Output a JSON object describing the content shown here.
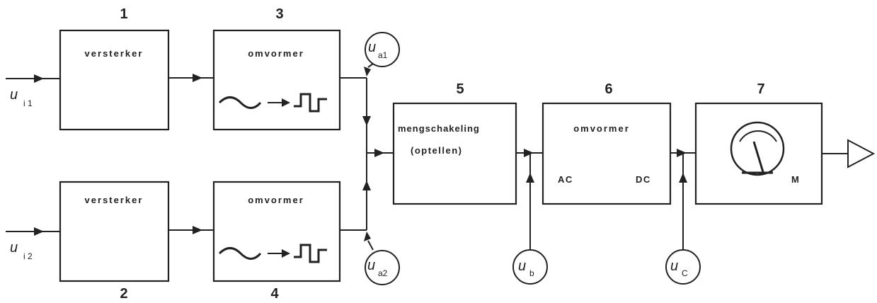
{
  "blocks": {
    "b1": {
      "number": "1",
      "label": "versterker"
    },
    "b2": {
      "number": "2",
      "label": "versterker"
    },
    "b3": {
      "number": "3",
      "label": "omvormer"
    },
    "b4": {
      "number": "4",
      "label": "omvormer"
    },
    "b5": {
      "number": "5",
      "label_line1": "mengschakeling",
      "label_line2": "(optellen)"
    },
    "b6": {
      "number": "6",
      "label": "omvormer",
      "label_ac": "AC",
      "label_dc": "DC"
    },
    "b7": {
      "number": "7",
      "label_m": "M"
    }
  },
  "signals": {
    "ui1": {
      "main": "u",
      "sub": "i 1"
    },
    "ui2": {
      "main": "u",
      "sub": "i 2"
    },
    "ua1": {
      "main": "u",
      "sub": "a1"
    },
    "ua2": {
      "main": "u",
      "sub": "a2"
    },
    "ub": {
      "main": "u",
      "sub": "b"
    },
    "uc": {
      "main": "u",
      "sub": "C"
    }
  }
}
